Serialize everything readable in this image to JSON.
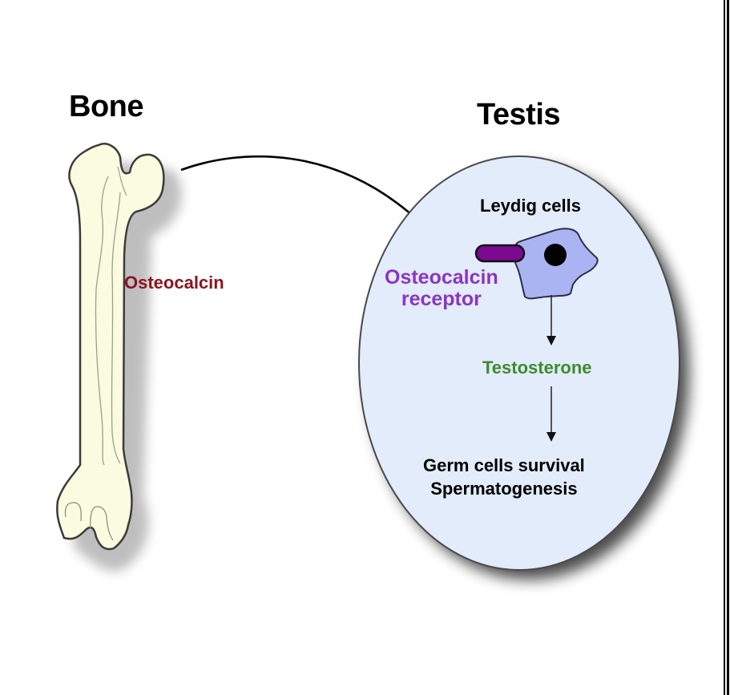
{
  "diagram": {
    "left_panel": {
      "title": "Bone",
      "signal_label": "Osteocalcin",
      "bone_fill": "#fbfbe0",
      "signal_color": "#8b1520"
    },
    "right_panel": {
      "title": "Testis",
      "organ_fill": "#e2ecfb",
      "cell_label": "Leydig cells",
      "cell_fill": "#aab4f3",
      "receptor_color": "#7a0a8f",
      "receptor_label_lines": [
        "Osteocalcin",
        "receptor"
      ],
      "receptor_label_color": "#8a35c2",
      "hormone_label": "Testosterone",
      "hormone_color": "#3f8a2e",
      "outcome_lines": [
        "Germ cells survival",
        "Spermatogenesis"
      ]
    },
    "connections": [
      {
        "from": "Bone",
        "to": "Testis",
        "style": "curved-arrow"
      },
      {
        "from": "Leydig cells",
        "to": "Testosterone",
        "style": "straight-arrow"
      },
      {
        "from": "Testosterone",
        "to": "Germ cells survival / Spermatogenesis",
        "style": "straight-arrow"
      }
    ]
  }
}
